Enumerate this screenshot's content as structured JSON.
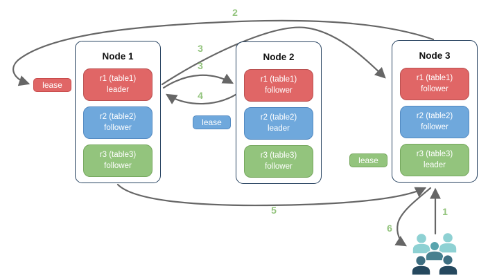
{
  "nodes": [
    {
      "title": "Node 1",
      "replicas": [
        {
          "name": "r1 (table1)",
          "role": "leader",
          "color": "#e06666"
        },
        {
          "name": "r2 (table2)",
          "role": "follower",
          "color": "#6fa8dc"
        },
        {
          "name": "r3 (table3)",
          "role": "follower",
          "color": "#93c47d"
        }
      ]
    },
    {
      "title": "Node 2",
      "replicas": [
        {
          "name": "r1 (table1)",
          "role": "follower",
          "color": "#e06666"
        },
        {
          "name": "r2 (table2)",
          "role": "leader",
          "color": "#6fa8dc"
        },
        {
          "name": "r3 (table3)",
          "role": "follower",
          "color": "#93c47d"
        }
      ]
    },
    {
      "title": "Node 3",
      "replicas": [
        {
          "name": "r1 (table1)",
          "role": "follower",
          "color": "#e06666"
        },
        {
          "name": "r2 (table2)",
          "role": "follower",
          "color": "#6fa8dc"
        },
        {
          "name": "r3 (table3)",
          "role": "leader",
          "color": "#93c47d"
        }
      ]
    }
  ],
  "leases": [
    {
      "label": "lease",
      "color": "#e06666",
      "attached_to": "r1 leader on Node 1"
    },
    {
      "label": "lease",
      "color": "#6fa8dc",
      "attached_to": "r2 leader on Node 2"
    },
    {
      "label": "lease",
      "color": "#93c47d",
      "attached_to": "r3 leader on Node 3"
    }
  ],
  "arrow_labels": {
    "a1": "1",
    "a2": "2",
    "a3a": "3",
    "a3b": "3",
    "a4": "4",
    "a5": "5",
    "a6": "6"
  },
  "icons": {
    "clients": "users-icon"
  },
  "colors": {
    "arrow": "#666666",
    "arrow_label": "#93c47d",
    "node_border": "#24405e",
    "replica_red": "#e06666",
    "replica_blue": "#6fa8dc",
    "replica_green": "#93c47d",
    "users_light": "#8ed1d3",
    "users_mid_head": "#58a4ad",
    "users_mid_body": "#47808f",
    "users_dark_head": "#3d6e81",
    "users_dark_body": "#25485e"
  }
}
